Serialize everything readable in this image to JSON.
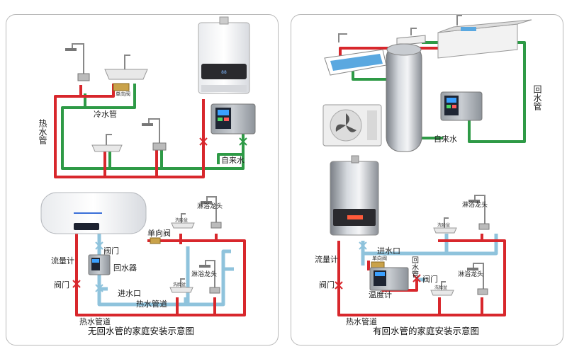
{
  "left": {
    "caption": "无回水管的家庭安装示意图",
    "top": {
      "hot_pipe": "热水管",
      "check_valve": "单向阀",
      "cold_pipe": "冷水管",
      "tap_water": "自来水"
    },
    "bottom": {
      "shower_faucet_1": "淋浴龙头",
      "wash_basin_1": "洗脸盆",
      "check_valve": "单向阀",
      "valve_1": "阀门",
      "flowmeter": "流量计",
      "return_device": "回水器",
      "valve_2": "阀门",
      "inlet": "进水口",
      "shower_faucet_2": "淋浴龙头",
      "wash_basin_2": "洗脸盆",
      "hot_pipe_1": "热水管道",
      "hot_pipe_2": "热水管道"
    }
  },
  "right": {
    "caption": "有回水管的家庭安装示意图",
    "top": {
      "return_pipe": "回水管",
      "tap_water": "自来水"
    },
    "bottom": {
      "inlet": "进水口",
      "flowmeter": "流量计",
      "check_valve": "单向阀",
      "return_pipe": "回水管",
      "valve_1": "阀门",
      "valve_2": "阀门",
      "temp_meter": "温度计",
      "shower_faucet_1": "淋浴龙头",
      "wash_basin_1": "洗脸盆",
      "shower_faucet_2": "淋浴龙头",
      "wash_basin_2": "洗脸盆",
      "hot_pipe": "热水管道"
    }
  },
  "colors": {
    "hot": "#d8272c",
    "cold": "#2e9a46",
    "return": "#8fc3dc",
    "panel_border": "#b9b9b9"
  }
}
